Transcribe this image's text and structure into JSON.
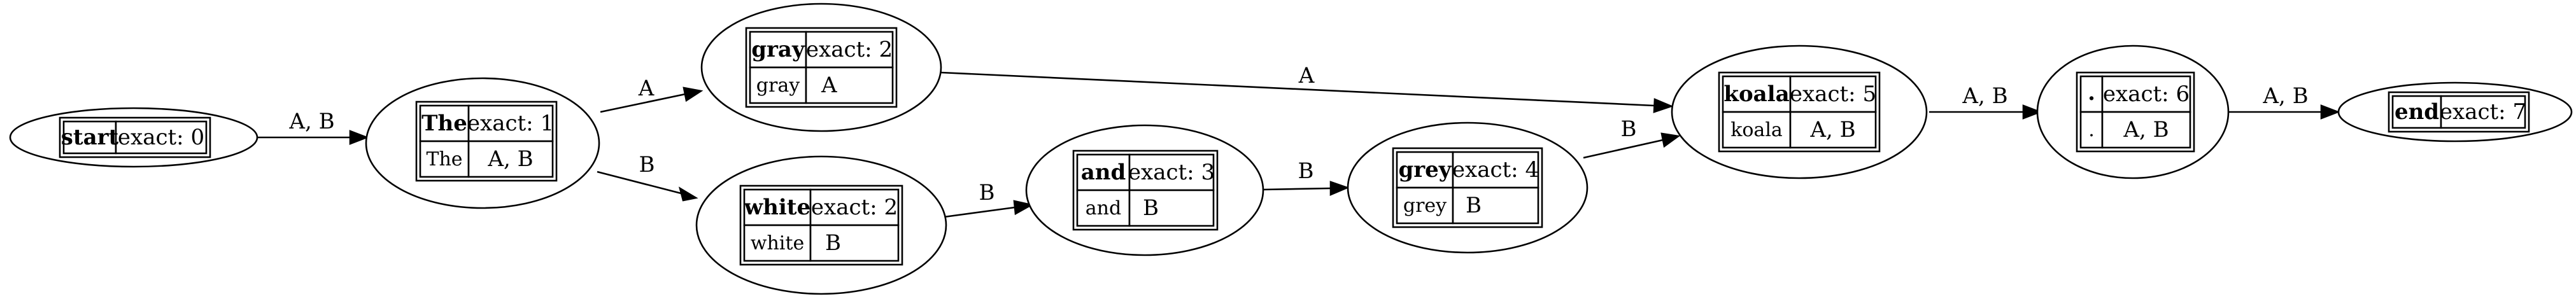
{
  "graph": {
    "nodes": [
      {
        "id": "start",
        "title": "start",
        "rank": "exact: 0"
      },
      {
        "id": "the",
        "title": "The",
        "rank": "exact: 1",
        "reading": "The",
        "witnesses": "A, B"
      },
      {
        "id": "gray",
        "title": "gray",
        "rank": "exact: 2",
        "reading": "gray",
        "witnesses": "A"
      },
      {
        "id": "white",
        "title": "white",
        "rank": "exact: 2",
        "reading": "white",
        "witnesses": "B"
      },
      {
        "id": "and",
        "title": "and",
        "rank": "exact: 3",
        "reading": "and",
        "witnesses": "B"
      },
      {
        "id": "grey",
        "title": "grey",
        "rank": "exact: 4",
        "reading": "grey",
        "witnesses": "B"
      },
      {
        "id": "koala",
        "title": "koala",
        "rank": "exact: 5",
        "reading": "koala",
        "witnesses": "A, B"
      },
      {
        "id": "period",
        "title": ".",
        "rank": "exact: 6",
        "reading": ".",
        "witnesses": "A, B"
      },
      {
        "id": "end",
        "title": "end",
        "rank": "exact: 7"
      }
    ],
    "edges": [
      {
        "from": "start",
        "to": "the",
        "label": "A, B"
      },
      {
        "from": "the",
        "to": "gray",
        "label": "A"
      },
      {
        "from": "the",
        "to": "white",
        "label": "B"
      },
      {
        "from": "gray",
        "to": "koala",
        "label": "A"
      },
      {
        "from": "white",
        "to": "and",
        "label": "B"
      },
      {
        "from": "and",
        "to": "grey",
        "label": "B"
      },
      {
        "from": "grey",
        "to": "koala",
        "label": "B"
      },
      {
        "from": "koala",
        "to": "period",
        "label": "A, B"
      },
      {
        "from": "period",
        "to": "end",
        "label": "A, B"
      }
    ]
  }
}
